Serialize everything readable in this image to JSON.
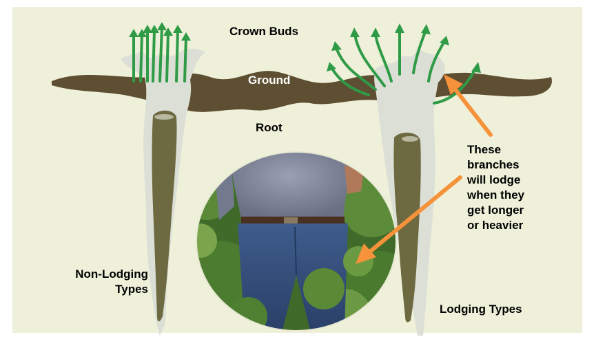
{
  "labels": {
    "crown_buds": "Crown Buds",
    "ground": "Ground",
    "root": "Root",
    "non_lodging_line1": "Non-Lodging",
    "non_lodging_line2": "Types",
    "lodging_types": "Lodging Types",
    "branches_lines": [
      "These",
      "branches",
      "will lodge",
      "when they",
      "get longer",
      "or heavier"
    ]
  },
  "colors": {
    "background": "#eef0d9",
    "ground": "#5e4e32",
    "root_outer": "#dcdfd6",
    "root_inner": "#6d6a42",
    "shoots": "#2f9b47",
    "arrow": "#f5923a"
  }
}
